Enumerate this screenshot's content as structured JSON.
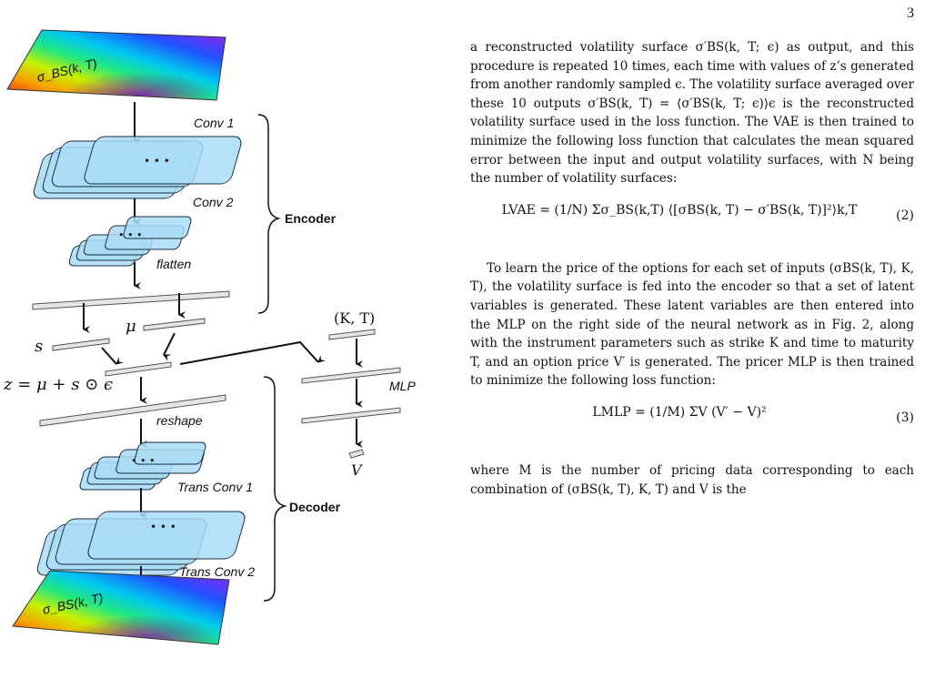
{
  "page_number": "3",
  "diagram": {
    "input_surface_label": "σ_BS(k, T)",
    "output_surface_label": "σ_BS(k, T)",
    "conv1_label": "Conv 1",
    "conv2_label": "Conv 2",
    "flatten_label": "flatten",
    "encoder_label": "Encoder",
    "s_label": "s",
    "mu_label": "μ",
    "z_label": "z = μ + s ⊙ ϵ",
    "reshape_label": "reshape",
    "trans_conv1_label": "Trans Conv 1",
    "trans_conv2_label": "Trans Conv 2",
    "decoder_label": "Decoder",
    "kt_label": "(K, T)",
    "mlp_label": "MLP",
    "v_label": "V",
    "dots": "• • •"
  },
  "text": {
    "p1": "a reconstructed volatility surface σ′BS(k, T; ϵ) as output, and this procedure is repeated 10 times, each time with values of z’s generated from another randomly sampled ϵ. The volatility surface averaged over these 10 outputs σ′BS(k, T) = ⟨σ′BS(k, T; ϵ)⟩ϵ is the reconstructed volatility surface used in the loss function. The VAE is then trained to minimize the following loss function that calculates the mean squared error between the input and output volatility surfaces, with N being the number of volatility surfaces:",
    "eq2": "LVAE = (1/N) Σσ_BS(k,T) ⟨[σBS(k, T) − σ′BS(k, T)]²⟩k,T",
    "eq2_no": "(2)",
    "p2": "To learn the price of the options for each set of inputs (σBS(k, T), K, T), the volatility surface is fed into the encoder so that a set of latent variables is generated. These latent variables are then entered into the MLP on the right side of the neural network as in Fig. 2, along with the instrument parameters such as strike K and time to maturity T, and an option price V′ is generated. The pricer MLP is then trained to minimize the following loss function:",
    "eq3": "LMLP = (1/M) ΣV (V′ − V)²",
    "eq3_no": "(3)",
    "p3": "where M is the number of pricing data corresponding to each combination of (σBS(k, T), K, T) and V is the"
  }
}
